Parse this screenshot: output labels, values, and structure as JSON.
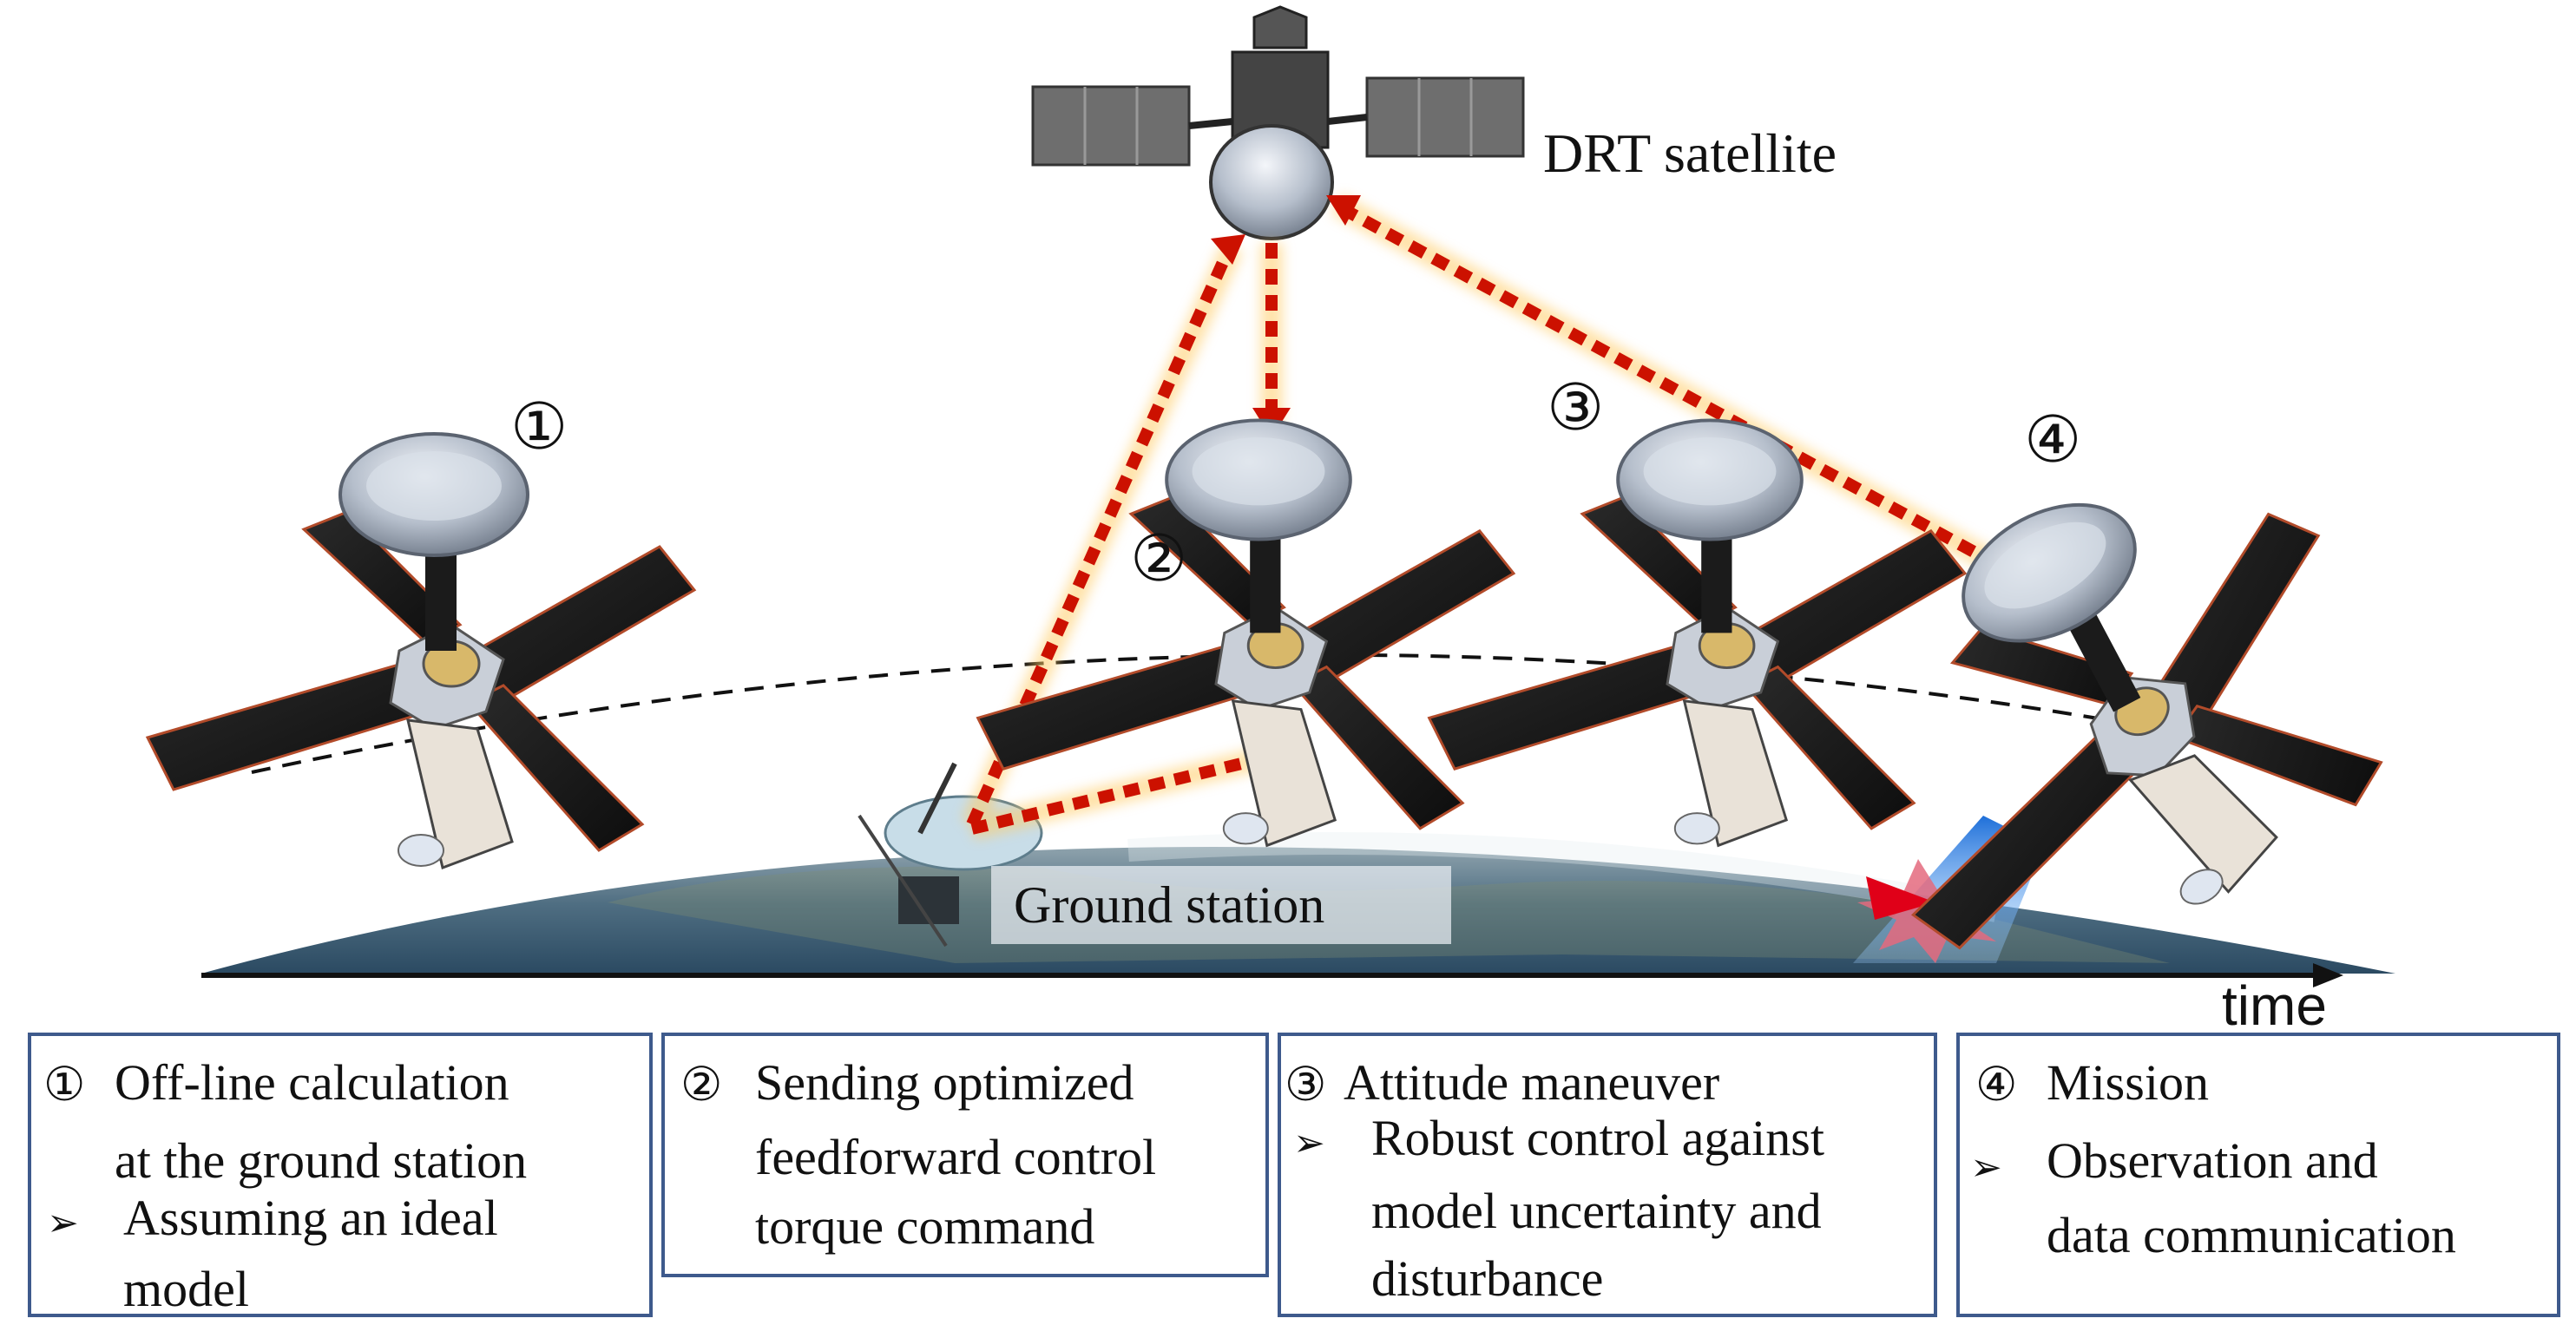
{
  "labels": {
    "drt_satellite": "DRT satellite",
    "ground_station": "Ground station",
    "time_axis": "time"
  },
  "step_markers": [
    "①",
    "②",
    "③",
    "④"
  ],
  "boxes": [
    {
      "num": "①",
      "lines": [
        "Off-line calculation",
        "at the ground station"
      ],
      "bullet": "➢",
      "sub": [
        "Assuming an ideal",
        "model"
      ]
    },
    {
      "num": "②",
      "lines": [
        "Sending optimized",
        "feedforward control",
        "torque command"
      ]
    },
    {
      "num": "③",
      "lines": [
        "Attitude maneuver"
      ],
      "bullet": "➢",
      "sub": [
        "Robust control against",
        "model uncertainty and",
        "disturbance"
      ]
    },
    {
      "num": "④",
      "lines": [
        "Mission"
      ],
      "bullet": "➢",
      "sub": [
        "Observation and",
        "data communication"
      ]
    }
  ],
  "colors": {
    "link_arrow": "#cc1100",
    "box_border": "#3e5a8c",
    "earth": "#5d7a8c"
  }
}
